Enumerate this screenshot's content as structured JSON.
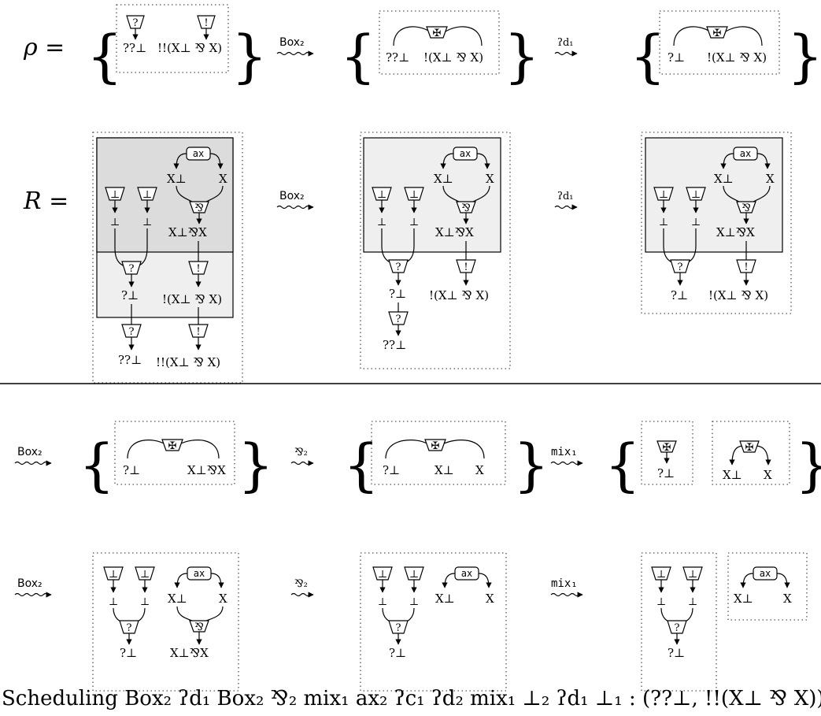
{
  "rows": {
    "rho_label": "ρ =",
    "R_label": "R =",
    "step_box2": "Box₂",
    "step_wn_d1": "ʔd₁",
    "step_par2": "⅋₂",
    "step_mix1": "mix₁"
  },
  "nodes": {
    "why": "?",
    "bang": "!",
    "bot": "⊥",
    "ax": "ax",
    "par": "⅋",
    "cross": "✠"
  },
  "labels": {
    "wwbot": "??⊥",
    "bangbang_xparx": "!!(X⊥ ⅋ X)",
    "bang_xparx": "!(X⊥ ⅋ X)",
    "wbot": "?⊥",
    "bot": "⊥",
    "xperp": "X⊥",
    "x": "X",
    "xparx": "X⊥⅋X"
  },
  "caption": "Scheduling Box₂ ʔd₁ Box₂ ⅋₂ mix₁ ax₂ ʔc₁ ʔd₂ mix₁ ⊥₂ ʔd₁ ⊥₁ : (??⊥, !!(X⊥ ⅋ X)) → ε"
}
